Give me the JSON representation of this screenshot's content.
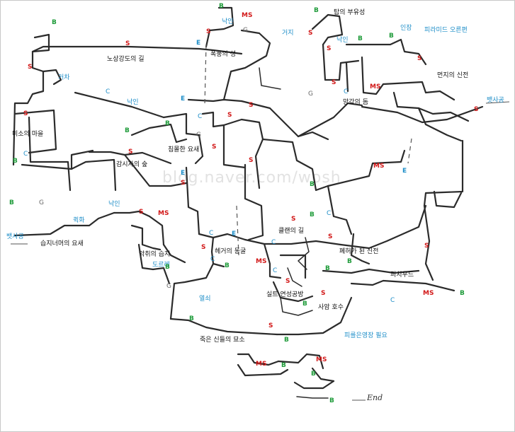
{
  "watermark": "blog.naver.com/wosh",
  "locations": {
    "tower": "탑의 부유성",
    "bandit_road": "노상강도의 길",
    "storm_castle": "폭풍의 성",
    "ruined_temple": "먼지의 신전",
    "forgotten_tower": "망각의 돔",
    "misuo_village": "미소의 마을",
    "gamsi_forest": "감시자의 숲",
    "sunken_fort": "침몰한 요새",
    "swamp_fort": "습지너머의 요새",
    "evil_swamp": "악취의 습지",
    "clan_road": "클랜의 길",
    "hegeo_cave": "헤거의 동굴",
    "abandoned_temple": "폐허가 된 신전",
    "pichiwood": "피치우드",
    "forge": "실트 연성공방",
    "death_lake": "사암 호수",
    "dead_gods_tomb": "죽은 신들의 묘소"
  },
  "npc_labels": {
    "nagin_top": "낙인",
    "geoji": "거지",
    "nagin_tower": "낙인",
    "injang": "인장",
    "pyramid": "피라미드 오른편",
    "geocha": "거차",
    "nagin_mid": "낙인",
    "bbaesa_right": "뱃사공",
    "bbaesa_left": "뱃사공",
    "nagin_swamp": "낙인",
    "kihwa": "퀵화",
    "dorere": "도르레",
    "yeolsoe": "열쇠",
    "pirum_needed": "피를은영장 필요"
  },
  "markers": [
    {
      "type": "B"
    },
    {
      "type": "MS"
    },
    {
      "type": "S"
    },
    {
      "type": "G"
    },
    {
      "type": "S"
    },
    {
      "type": "B"
    },
    {
      "type": "E"
    },
    {
      "type": "S"
    },
    {
      "type": "S"
    },
    {
      "type": "B"
    },
    {
      "type": "S"
    },
    {
      "type": "B"
    },
    {
      "type": "B"
    },
    {
      "type": "G"
    },
    {
      "type": "C"
    },
    {
      "type": "MS"
    },
    {
      "type": "S"
    },
    {
      "type": "S"
    },
    {
      "type": "E"
    },
    {
      "type": "C"
    },
    {
      "type": "S"
    },
    {
      "type": "S"
    },
    {
      "type": "C"
    },
    {
      "type": "S"
    },
    {
      "type": "B"
    },
    {
      "type": "G"
    },
    {
      "type": "S"
    },
    {
      "type": "C"
    },
    {
      "type": "B"
    },
    {
      "type": "S"
    },
    {
      "type": "B"
    },
    {
      "type": "MS"
    },
    {
      "type": "E"
    },
    {
      "type": "S"
    },
    {
      "type": "MS"
    },
    {
      "type": "S"
    },
    {
      "type": "B"
    },
    {
      "type": "C"
    },
    {
      "type": "S"
    },
    {
      "type": "C"
    },
    {
      "type": "E"
    },
    {
      "type": "S"
    },
    {
      "type": "C"
    },
    {
      "type": "B"
    },
    {
      "type": "MS"
    },
    {
      "type": "C"
    },
    {
      "type": "S"
    },
    {
      "type": "B"
    },
    {
      "type": "B"
    },
    {
      "type": "S"
    },
    {
      "type": "B"
    },
    {
      "type": "S"
    },
    {
      "type": "MS"
    },
    {
      "type": "B"
    },
    {
      "type": "C"
    },
    {
      "type": "S"
    },
    {
      "type": "B"
    },
    {
      "type": "MS"
    },
    {
      "type": "B"
    },
    {
      "type": "MS"
    },
    {
      "type": "B"
    },
    {
      "type": "B"
    },
    {
      "type": "S"
    },
    {
      "type": "S"
    },
    {
      "type": "B"
    },
    {
      "type": "C"
    },
    {
      "type": "B"
    },
    {
      "type": "G"
    },
    {
      "type": "G"
    },
    {
      "type": "S"
    },
    {
      "type": "E"
    },
    {
      "type": "B"
    },
    {
      "type": "B"
    }
  ],
  "end_label": "End"
}
